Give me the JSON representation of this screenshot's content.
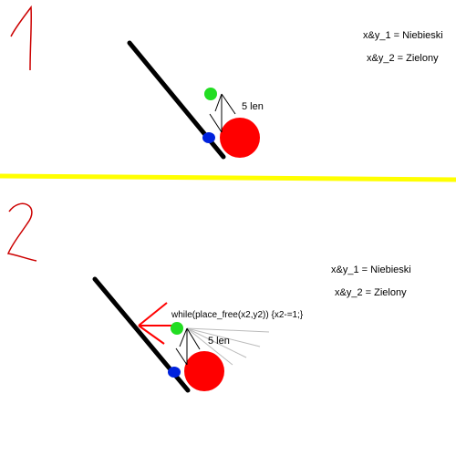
{
  "colors": {
    "background": "#ffffff",
    "line": "#000000",
    "ball": "#ff0000",
    "point_1": "#0022dd",
    "point_2": "#22dd22",
    "divider": "#ffff00",
    "handwriting": "#cc0000",
    "arrow_red": "#ff0000",
    "probe_lines": "#bbbbbb"
  },
  "panels": [
    {
      "number": "1",
      "legend_1": "x&y_1 = Niebieski",
      "legend_2": "x&y_2 = Zielony",
      "length_label": "5 len"
    },
    {
      "number": "2",
      "legend_1": "x&y_1 = Niebieski",
      "legend_2": "x&y_2 = Zielony",
      "length_label": "5 len",
      "code_label": "while(place_free(x2,y2)) {x2-=1;}"
    }
  ]
}
